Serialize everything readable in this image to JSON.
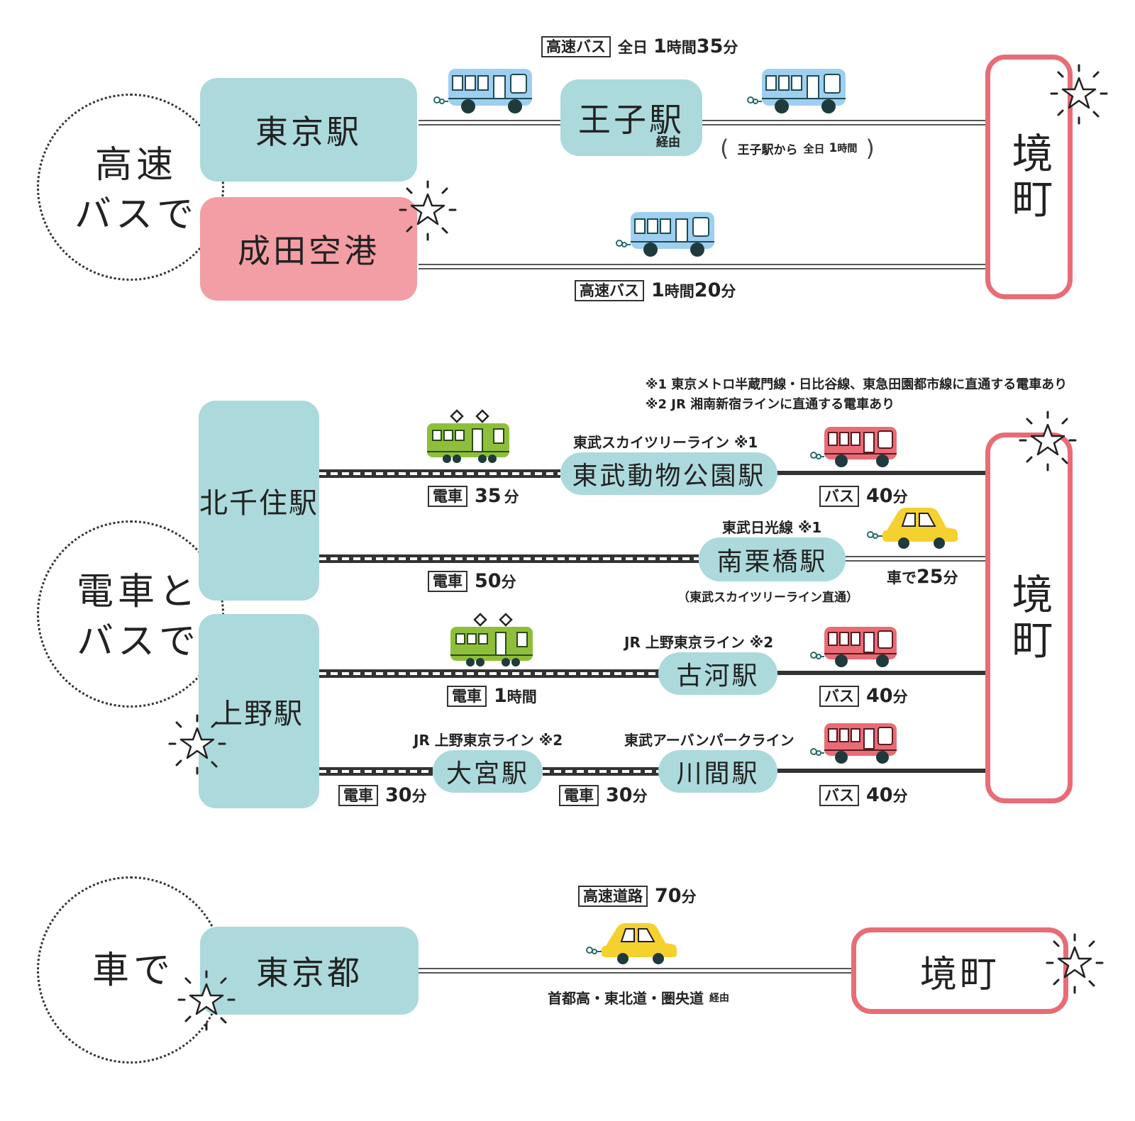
{
  "sections": {
    "bus": {
      "circle": "高速\nバスで",
      "origin1": "東京駅",
      "origin2": "成田空港",
      "via": "王子駅",
      "via_note": "経由",
      "top_tag": "高速バス",
      "top_prefix": "全日",
      "top_num1": "1",
      "top_unit1": "時間",
      "top_num2": "35",
      "top_unit2": "分",
      "oji_note_text": "王子駅から",
      "oji_note_all": "全日",
      "oji_note_num": "1",
      "oji_note_unit": "時間",
      "bottom_tag": "高速バス",
      "bottom_num1": "1",
      "bottom_unit1": "時間",
      "bottom_num2": "20",
      "bottom_unit2": "分",
      "dest": "境町"
    },
    "train": {
      "circle": "電車と\nバスで",
      "notes": [
        "※1 東京メトロ半蔵門線・日比谷線、東急田園都市線に直通する電車あり",
        "※2 JR 湘南新宿ラインに直通する電車あり"
      ],
      "origin1": "北千住駅",
      "origin2": "上野駅",
      "dest": "境町",
      "routes": [
        {
          "line": "東武スカイツリーライン ※1",
          "station": "東武動物公園駅",
          "tag1": "電車",
          "num1": "35",
          "unit1": "分",
          "tag2": "バス",
          "num2": "40",
          "unit2": "分"
        },
        {
          "line": "東武日光線 ※1",
          "station": "南栗橋駅",
          "tag1": "電車",
          "num1": "50",
          "unit1": "分",
          "car_prefix": "車で",
          "num2": "25",
          "unit2": "分",
          "station_note": "（東武スカイツリーライン直通）"
        },
        {
          "line": "JR 上野東京ライン ※2",
          "station": "古河駅",
          "tag1": "電車",
          "num1": "1",
          "unit1": "時間",
          "tag2": "バス",
          "num2": "40",
          "unit2": "分"
        },
        {
          "line_a": "JR 上野東京ライン ※2",
          "station_a": "大宮駅",
          "line_b": "東武アーバンパークライン",
          "station_b": "川間駅",
          "tag1": "電車",
          "num1": "30",
          "unit1": "分",
          "tag_mid": "電車",
          "num_mid": "30",
          "unit_mid": "分",
          "tag2": "バス",
          "num2": "40",
          "unit2": "分"
        }
      ]
    },
    "car": {
      "circle": "車で",
      "origin": "東京都",
      "dest": "境町",
      "tag": "高速道路",
      "num": "70",
      "unit": "分",
      "route_note": "首都高・東北道・圏央道",
      "route_via": "経由"
    }
  },
  "colors": {
    "station": "#acd9dc",
    "pink": "#f39da4",
    "dest_border": "#e86c76",
    "bus_blue": "#9ecff0",
    "bus_red": "#e86c76",
    "train_green": "#8fbf3a",
    "car_yellow": "#f5d130"
  }
}
